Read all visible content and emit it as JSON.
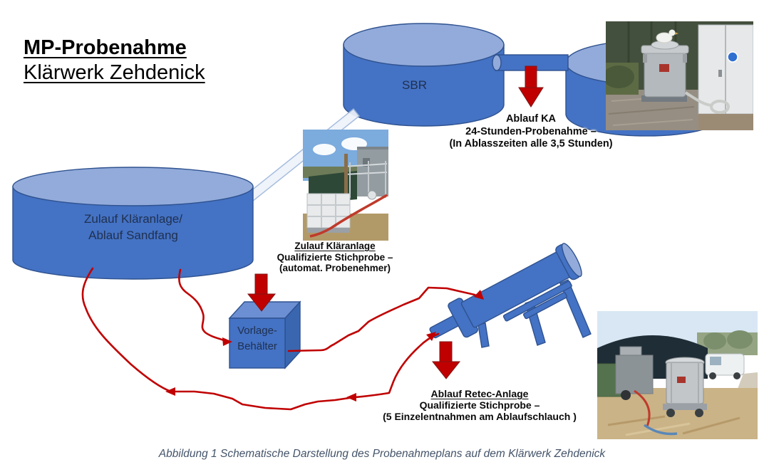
{
  "colors": {
    "tank-blue": "#4472c4",
    "tank-top": "#92abdb",
    "tank-outline": "#2f528f",
    "cube-top": "#6c8fd3",
    "cube-side": "#3a66b0",
    "pipe-fill": "#eef3fa",
    "pipe-stroke": "#9fb8dc",
    "arrow-red": "#c00000",
    "hose-red": "#c00000",
    "label-navy": "#1f3050",
    "caption-color": "#44546a"
  },
  "title": {
    "line1": "MP-Probenahme",
    "line2": "Klärwerk Zehdenick"
  },
  "diagram": {
    "sbr_tank_label": "SBR",
    "inlet_tank": {
      "line1": "Zulauf Kläranlage/",
      "line2": "Ablauf Sandfang"
    },
    "vorlage_tank": {
      "line1": "Vorlage-",
      "line2": "Behälter"
    },
    "annotations": {
      "ablauf_ka": {
        "line1": "Ablauf KA",
        "line2": "24-Stunden-Probenahme –",
        "line3": "(In Ablasszeiten alle 3,5 Stunden)"
      },
      "zulauf_klaeranlage": {
        "line1": "Zulauf Kläranlage",
        "line2": "Qualifizierte Stichprobe –",
        "line3": "(automat. Probenehmer)"
      },
      "ablauf_retec": {
        "line1": "Ablauf Retec-Anlage",
        "line2": "Qualifizierte Stichprobe –",
        "line3": "(5 Einzelentnahmen am Ablaufschlauch )"
      }
    }
  },
  "caption": "Abbildung 1 Schematische Darstellung des Probenahmeplans auf dem Klärwerk Zehdenick"
}
